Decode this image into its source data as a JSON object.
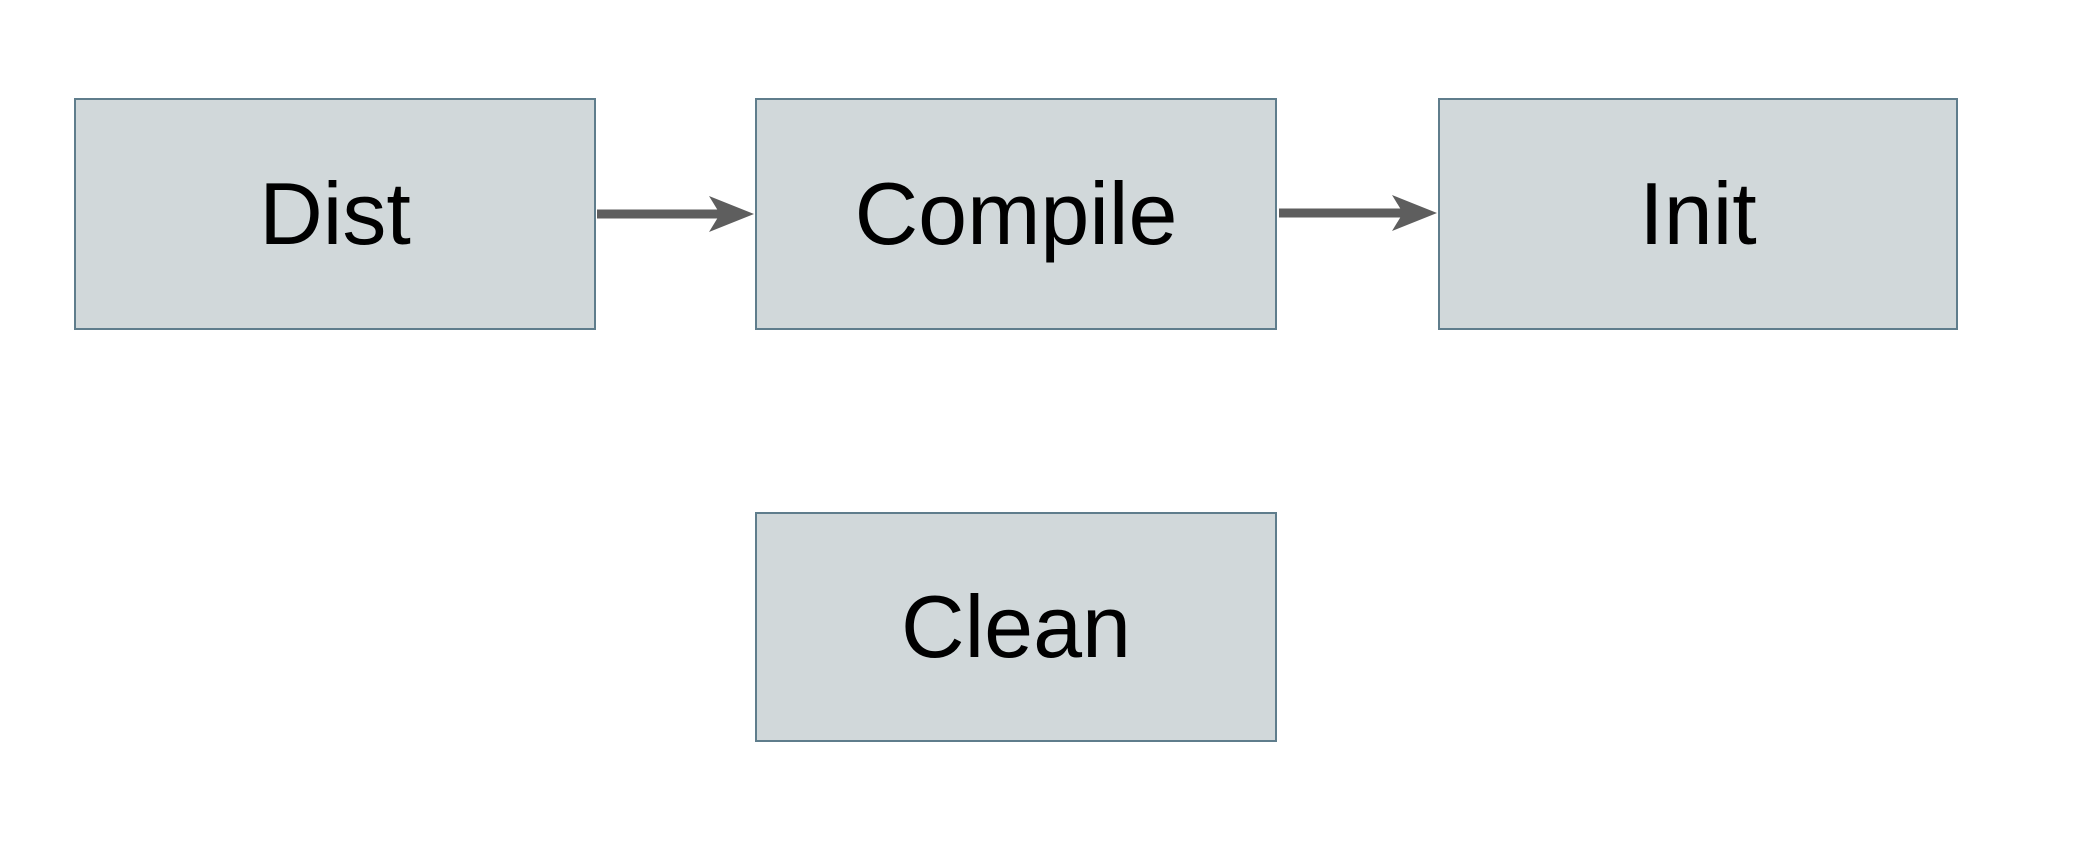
{
  "diagram": {
    "type": "flowchart",
    "nodes": [
      {
        "id": "dist",
        "label": "Dist"
      },
      {
        "id": "compile",
        "label": "Compile"
      },
      {
        "id": "init",
        "label": "Init"
      },
      {
        "id": "clean",
        "label": "Clean"
      }
    ],
    "edges": [
      {
        "from": "dist",
        "to": "compile",
        "direction": "right"
      },
      {
        "from": "compile",
        "to": "init",
        "direction": "right"
      }
    ]
  },
  "theme": {
    "background": "#ffffff",
    "node_fill": "#d1d8da",
    "node_border": "#5f7d8c",
    "arrow_color": "#5e5e5e",
    "text_color": "#000000"
  }
}
